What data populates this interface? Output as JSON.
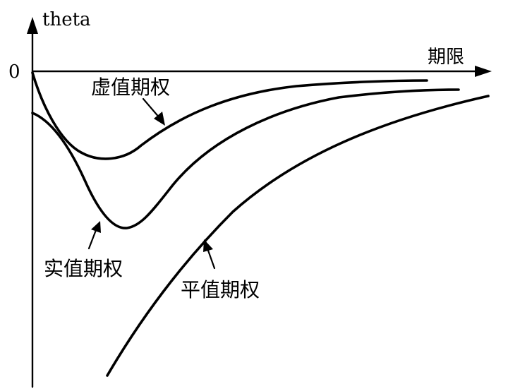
{
  "axes": {
    "y_label": "theta",
    "x_label": "期限",
    "origin_label": "0"
  },
  "labels": {
    "otm": "虚值期权",
    "itm": "实值期权",
    "atm": "平值期权"
  }
}
